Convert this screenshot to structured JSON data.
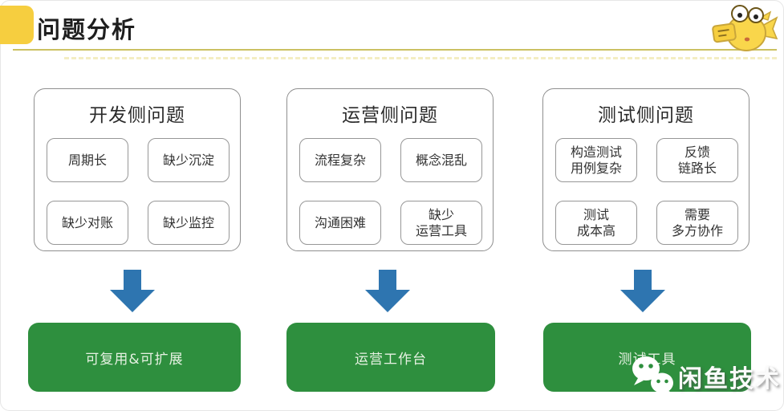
{
  "slide": {
    "title": "问题分析"
  },
  "panels": [
    {
      "title": "开发侧问题",
      "items": [
        [
          "周期长"
        ],
        [
          "缺少沉淀"
        ],
        [
          "缺少对账"
        ],
        [
          "缺少监控"
        ]
      ],
      "solution": "可复用&可扩展"
    },
    {
      "title": "运营侧问题",
      "items": [
        [
          "流程复杂"
        ],
        [
          "概念混乱"
        ],
        [
          "沟通困难"
        ],
        [
          "缺少",
          "运营工具"
        ]
      ],
      "solution": "运营工作台"
    },
    {
      "title": "测试侧问题",
      "items": [
        [
          "构造测试",
          "用例复杂"
        ],
        [
          "反馈",
          "链路长"
        ],
        [
          "测试",
          "成本高"
        ],
        [
          "需要",
          "多方协作"
        ]
      ],
      "solution": "测试工具"
    }
  ],
  "watermark": {
    "brand": "闲鱼技术",
    "icon": "wechat-icon"
  },
  "mascot": {
    "icon": "xianyu-fish-mascot"
  },
  "colors": {
    "accent_yellow": "#F6CE3F",
    "divider_yellow": "#CBC161",
    "arrow_blue": "#2E75B0",
    "solution_green": "#2E8F3E",
    "box_border_gray": "#8F8F8F"
  }
}
